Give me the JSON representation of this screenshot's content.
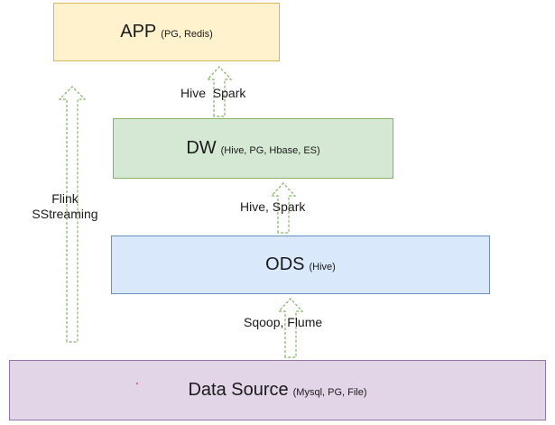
{
  "layers": {
    "app": {
      "title": "APP",
      "detail": "(PG, Redis)"
    },
    "dw": {
      "title": "DW",
      "detail": "(Hive, PG, Hbase, ES)"
    },
    "ods": {
      "title": "ODS",
      "detail": "(Hive)"
    },
    "source": {
      "title": "Data Source",
      "detail": "(Mysql, PG, File)"
    }
  },
  "flows": {
    "ods_to_dw": "Hive, Spark",
    "dw_to_app": "Hive  Spark",
    "source_to_ods": "Sqoop, Flume",
    "realtime_line1": "Flink",
    "realtime_line2": "SStreaming"
  },
  "colors": {
    "app_fill": "#fff2cc",
    "dw_fill": "#d5e8d4",
    "ods_fill": "#dae8fc",
    "source_fill": "#e1d5e7",
    "arrow_stroke": "#82b366"
  }
}
